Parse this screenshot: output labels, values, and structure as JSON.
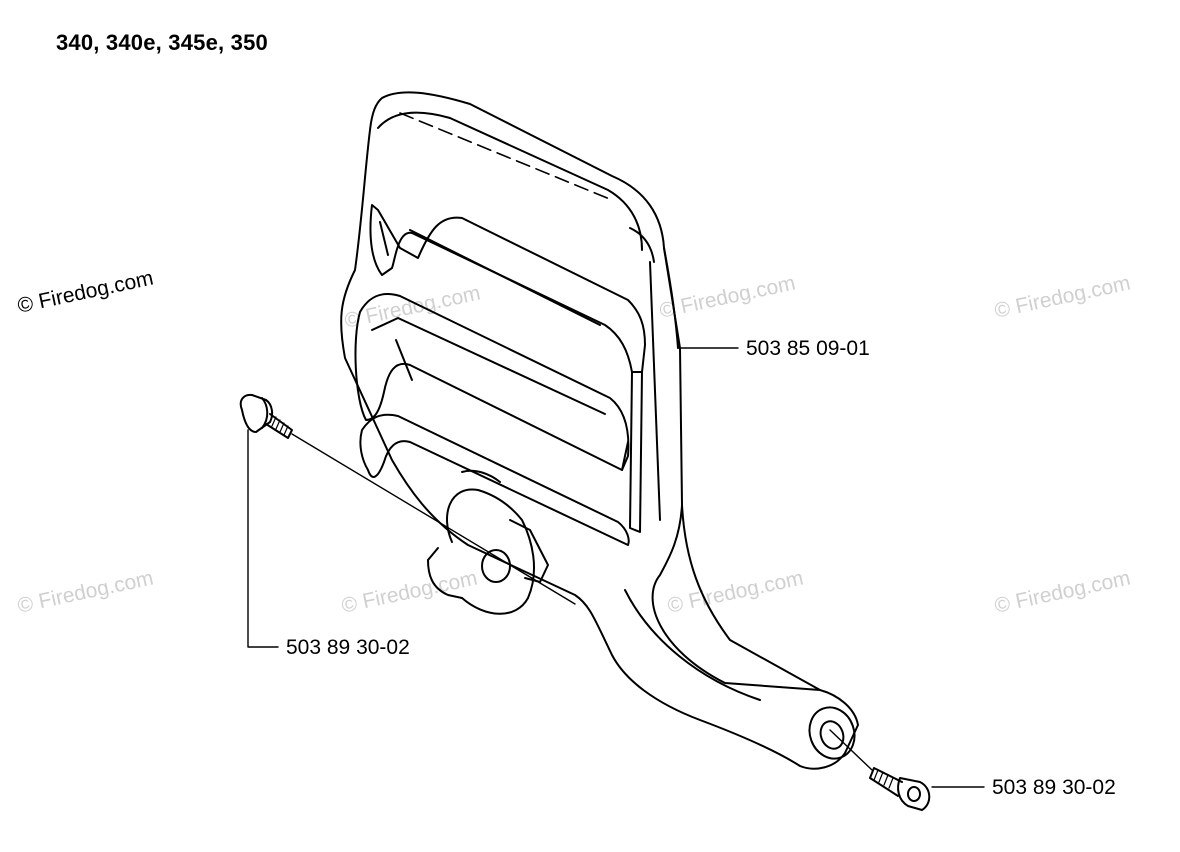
{
  "title": "340, 340e, 345e, 350",
  "callouts": {
    "handle_guard": "503 85 09-01",
    "bolt_upper": "503 89 30-02",
    "bolt_lower": "503 89 30-02"
  },
  "watermark": {
    "symbol": "©",
    "text": "Firedog.com"
  },
  "colors": {
    "line": "#000000",
    "watermark": "#d0d0d0"
  }
}
